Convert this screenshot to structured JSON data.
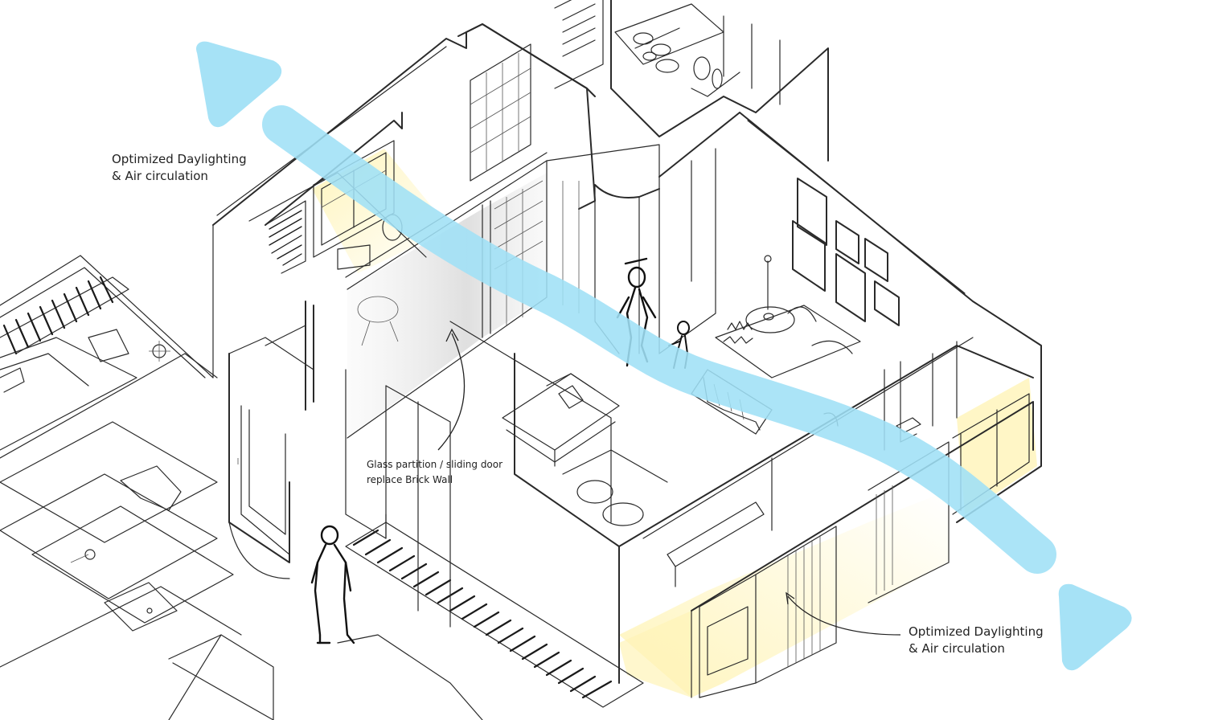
{
  "annotations": {
    "top_left": {
      "line1": "Optimized Daylighting",
      "line2": "& Air circulation"
    },
    "glass_partition": {
      "line1": "Glass partition / sliding door",
      "line2": "replace Brick Wall"
    },
    "bottom_right": {
      "line1": "Optimized Daylighting",
      "line2": "& Air circulation"
    }
  },
  "colors": {
    "airflow": "#9fe0f6",
    "daylight": "#fff4b8",
    "linework": "#2a2a2a",
    "glass": "#d9d9d9",
    "background": "#ffffff"
  }
}
